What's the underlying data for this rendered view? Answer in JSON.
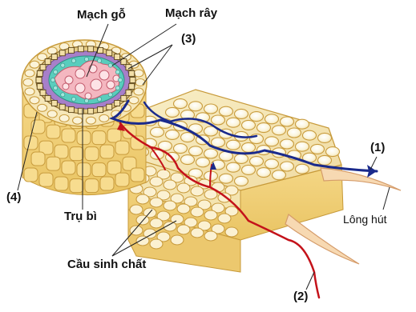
{
  "labels": {
    "xylem": "Mạch gỗ",
    "phloem": "Mạch rây",
    "n3": "(3)",
    "n4": "(4)",
    "endodermis": "Trụ bì",
    "plasmodesmata": "Cầu sinh chất",
    "n1": "(1)",
    "root_hair": "Lông hút",
    "n2": "(2)"
  },
  "colors": {
    "apoplast_path": "#1a2a8c",
    "symplast_path": "#c4121a",
    "cell_wall": "#e6b84a",
    "cell_fill": "#f7eec6",
    "vacuole": "#ffffff",
    "xylem": "#f6a7b5",
    "phloem": "#59cdbd",
    "pericycle": "#a77fc9",
    "pink_tissue": "#f4b7c0"
  }
}
